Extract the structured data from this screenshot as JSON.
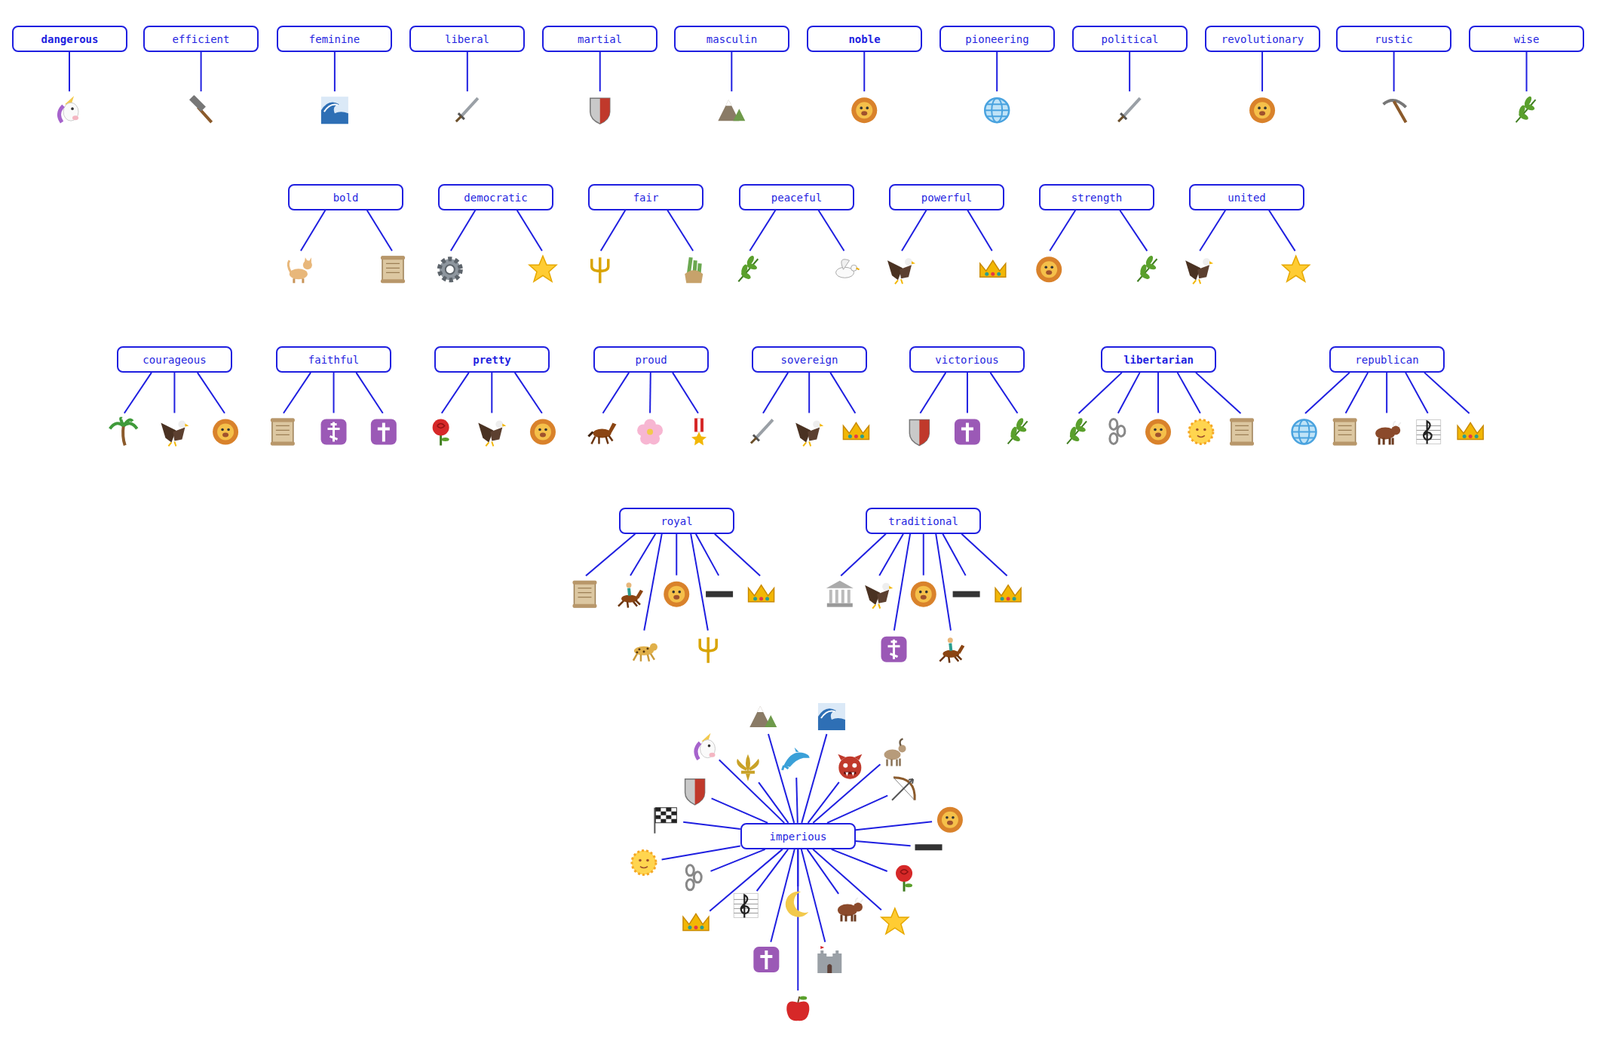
{
  "diagram": {
    "nodes": [
      {
        "text": [
          "dangerous"
        ]
      },
      {
        "text": [
          "efficient"
        ]
      },
      {
        "text": [
          "feminine"
        ]
      },
      {
        "text": [
          "liberal"
        ]
      },
      {
        "text": [
          "martial"
        ]
      },
      {
        "text": [
          "masculin"
        ]
      },
      {
        "text": [
          "noble"
        ]
      },
      {
        "text": [
          "pioneering"
        ]
      },
      {
        "text": [
          "political"
        ]
      },
      {
        "text": [
          "revolutionary"
        ]
      },
      {
        "text": [
          "rustic"
        ]
      },
      {
        "text": [
          "wise"
        ]
      },
      {
        "text": [
          "bold"
        ]
      },
      {
        "text": [
          "democratic"
        ]
      },
      {
        "text": [
          "fair"
        ]
      },
      {
        "text": [
          "peaceful"
        ]
      },
      {
        "text": [
          "powerful"
        ]
      },
      {
        "text": [
          "strength"
        ]
      },
      {
        "text": [
          "united"
        ]
      },
      {
        "text": [
          "courageous"
        ]
      },
      {
        "text": [
          "faithful"
        ]
      },
      {
        "text": [
          "pretty"
        ]
      },
      {
        "text": [
          "proud"
        ]
      },
      {
        "text": [
          "sovereign"
        ]
      },
      {
        "text": [
          "victorious"
        ]
      },
      {
        "text": [
          "libertarian"
        ]
      },
      {
        "text": [
          "republican"
        ]
      },
      {
        "text": [
          "royal"
        ]
      },
      {
        "text": [
          "traditional"
        ]
      },
      {
        "text": [
          "imperious"
        ]
      }
    ]
  }
}
